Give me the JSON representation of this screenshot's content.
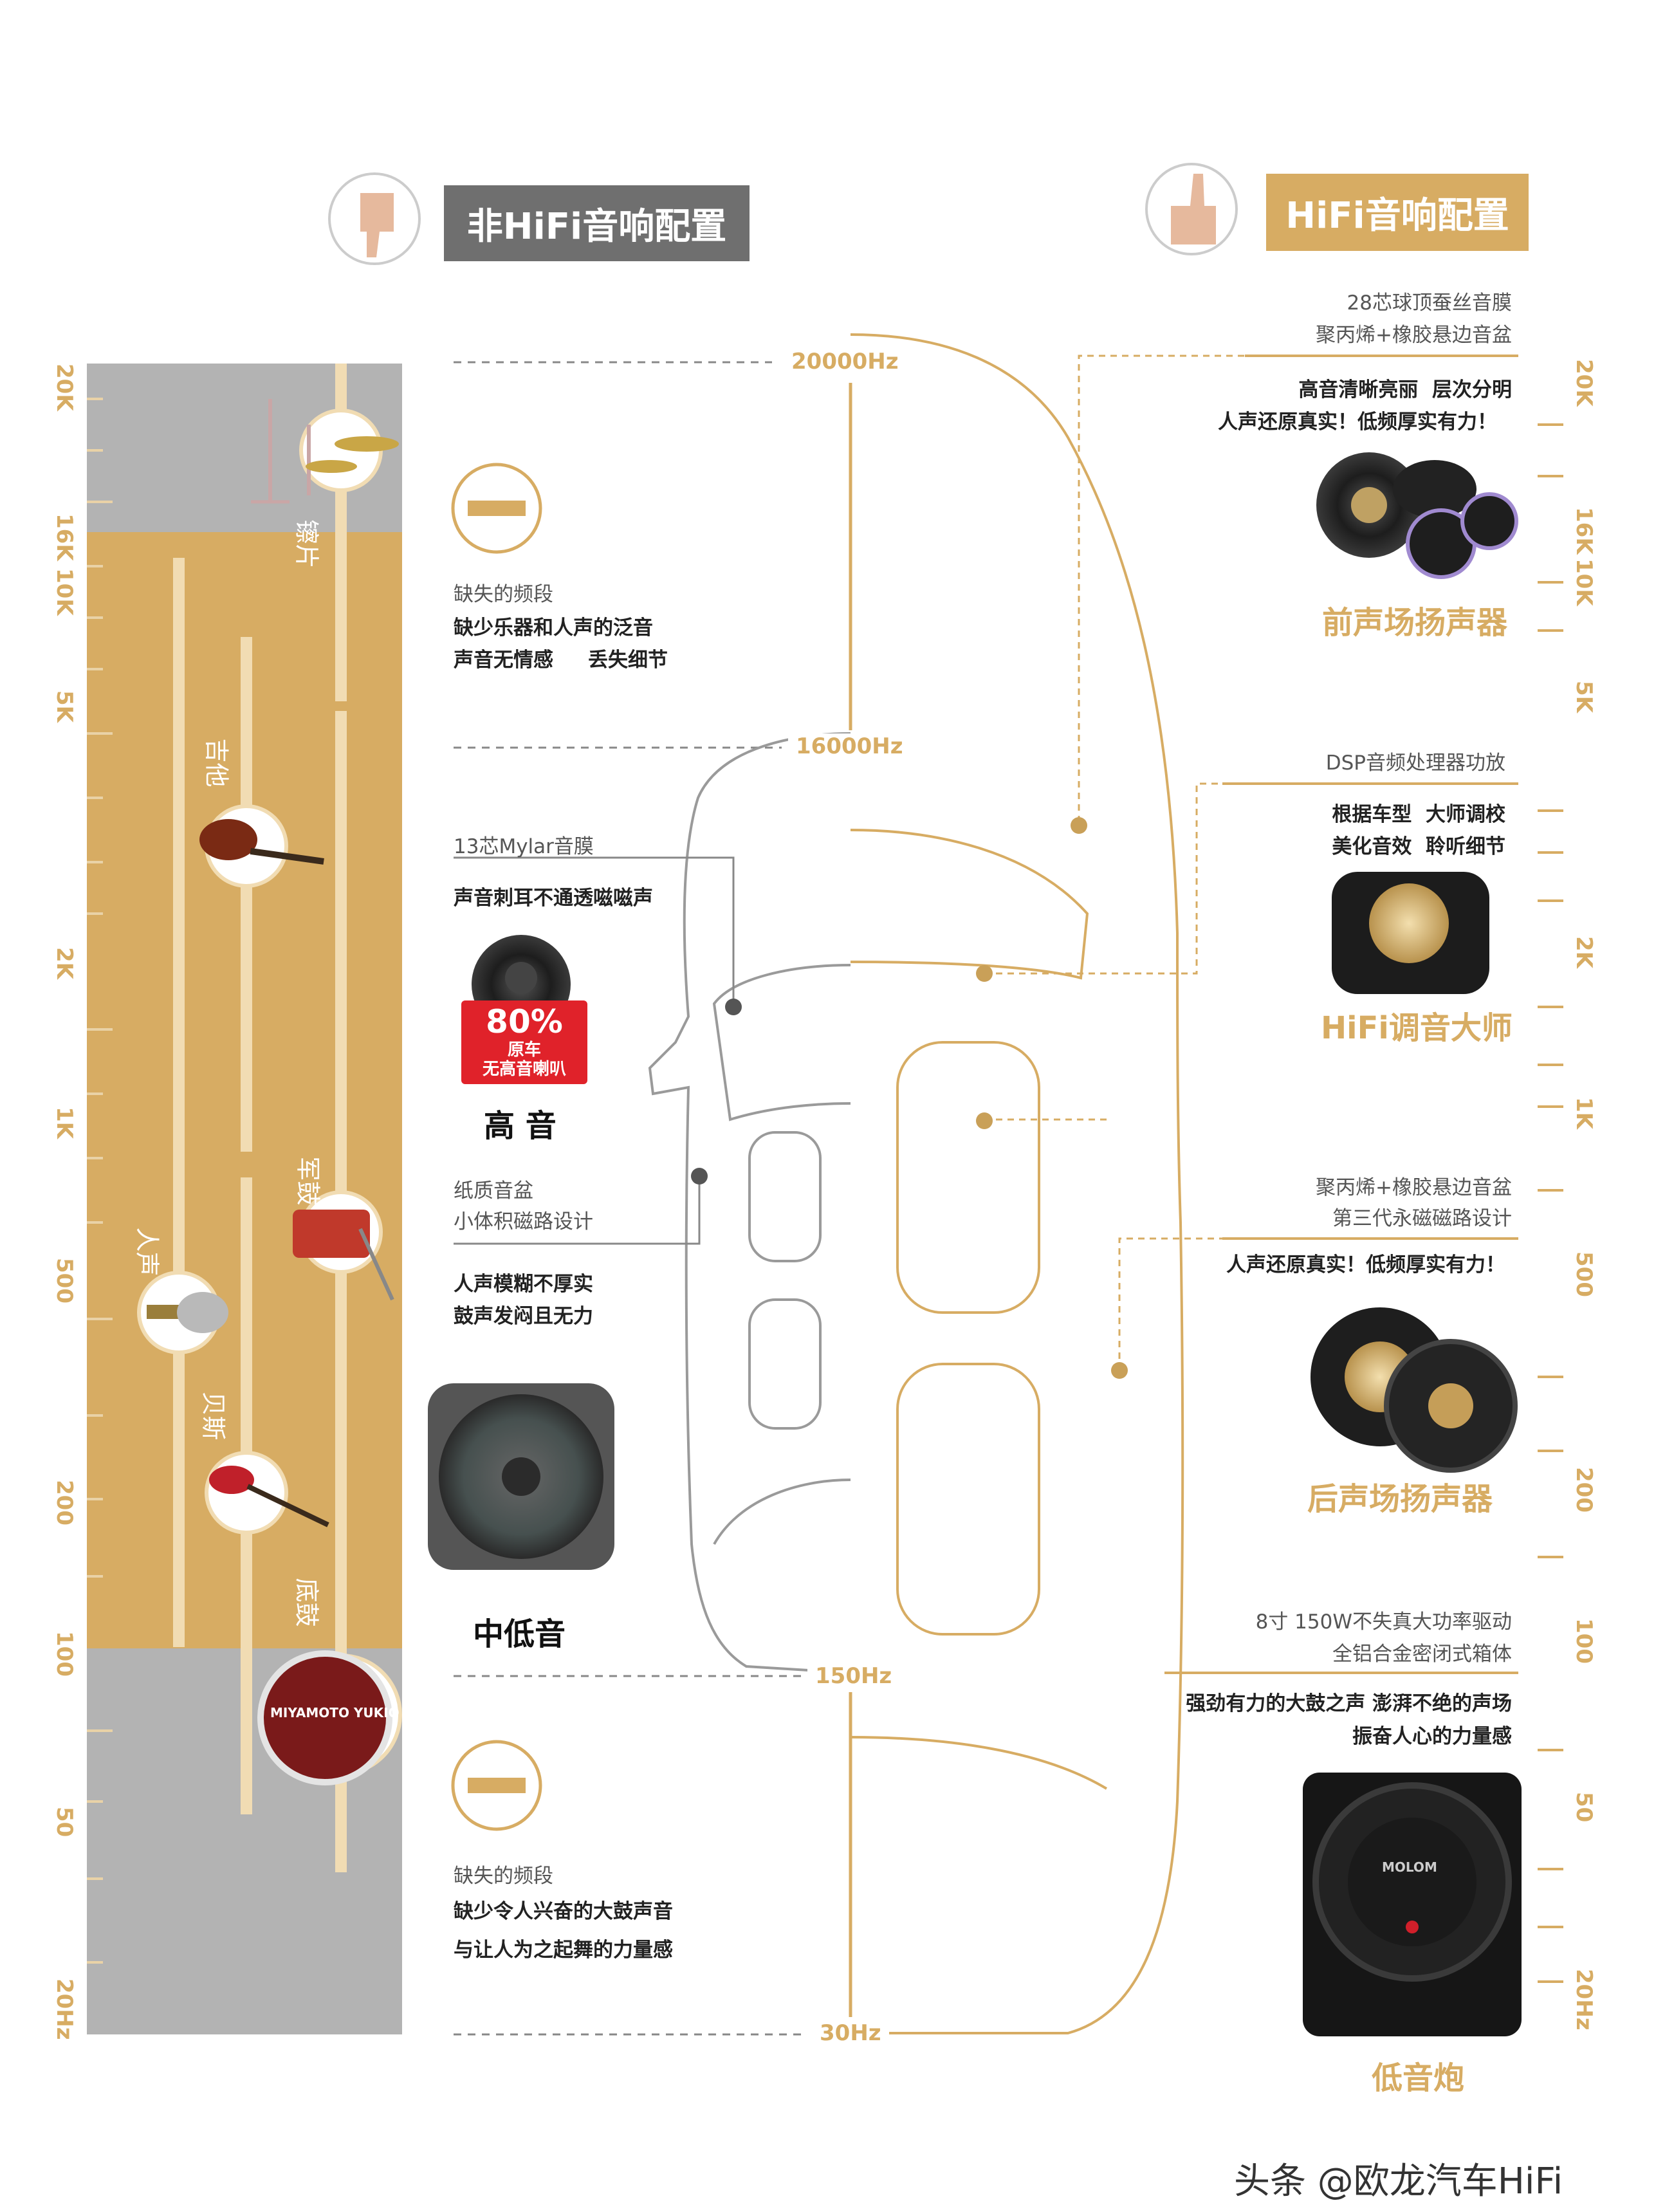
{
  "headers": {
    "non_hifi": "非HiFi音响配置",
    "hifi": "HiFi音响配置"
  },
  "left_axis": [
    "20K",
    "16K",
    "10K",
    "5K",
    "2K",
    "1K",
    "500",
    "200",
    "100",
    "50",
    "20Hz"
  ],
  "right_axis": [
    "20K",
    "16K",
    "10K",
    "5K",
    "2K",
    "1K",
    "500",
    "200",
    "100",
    "50",
    "20Hz"
  ],
  "instruments": [
    "镲片",
    "吉他",
    "军鼓",
    "人声",
    "贝斯",
    "底鼓"
  ],
  "drum_brand": "MIYAMOTO YUKIO",
  "center_freqs": [
    "20000Hz",
    "16000Hz",
    "150Hz",
    "30Hz"
  ],
  "non_hifi": {
    "high_missing": {
      "label": "缺失的频段",
      "line1": "缺少乐器和人声的泛音",
      "line2": "声音无情感     丢失细节"
    },
    "tweeter": {
      "spec": "13芯Mylar音膜",
      "desc": "声音刺耳不通透嗞嗞声",
      "badge_pct": "80%",
      "badge_l1": "原车",
      "badge_l2": "无高音喇叭",
      "title": "高 音"
    },
    "midwoofer": {
      "spec1": "纸质音盆",
      "spec2": "小体积磁路设计",
      "desc1": "人声模糊不厚实",
      "desc2": "鼓声发闷且无力",
      "title": "中低音"
    },
    "low_missing": {
      "label": "缺失的频段",
      "line1": "缺少令人兴奋的大鼓声音",
      "line2": "与让人为之起舞的力量感"
    }
  },
  "hifi": {
    "front": {
      "spec1": "28芯球顶蚕丝音膜",
      "spec2": "聚丙烯+橡胶悬边音盆",
      "desc1": "高音清晰亮丽  层次分明",
      "desc2": "人声还原真实！低频厚实有力！",
      "title": "前声场扬声器"
    },
    "dsp": {
      "spec": "DSP音频处理器功放",
      "desc1": "根据车型  大师调校",
      "desc2": "美化音效  聆听细节",
      "title": "HiFi调音大师"
    },
    "rear": {
      "spec1": "聚丙烯+橡胶悬边音盆",
      "spec2": "第三代永磁磁路设计",
      "desc": "人声还原真实！低频厚实有力！",
      "title": "后声场扬声器"
    },
    "sub": {
      "spec1": "8寸 150W不失真大功率驱动",
      "spec2": "全铝合金密闭式箱体",
      "desc1": "强劲有力的大鼓之声 澎湃不绝的声场",
      "desc2": "振奋人心的力量感",
      "title": "低音炮",
      "brand": "MOLOM"
    }
  },
  "watermark": "头条 @欧龙汽车HiFi",
  "colors": {
    "gold": "#d7ac63",
    "gray": "#b3b3b3",
    "dark_header": "#6f6f6f",
    "red_badge": "#e0222a"
  }
}
